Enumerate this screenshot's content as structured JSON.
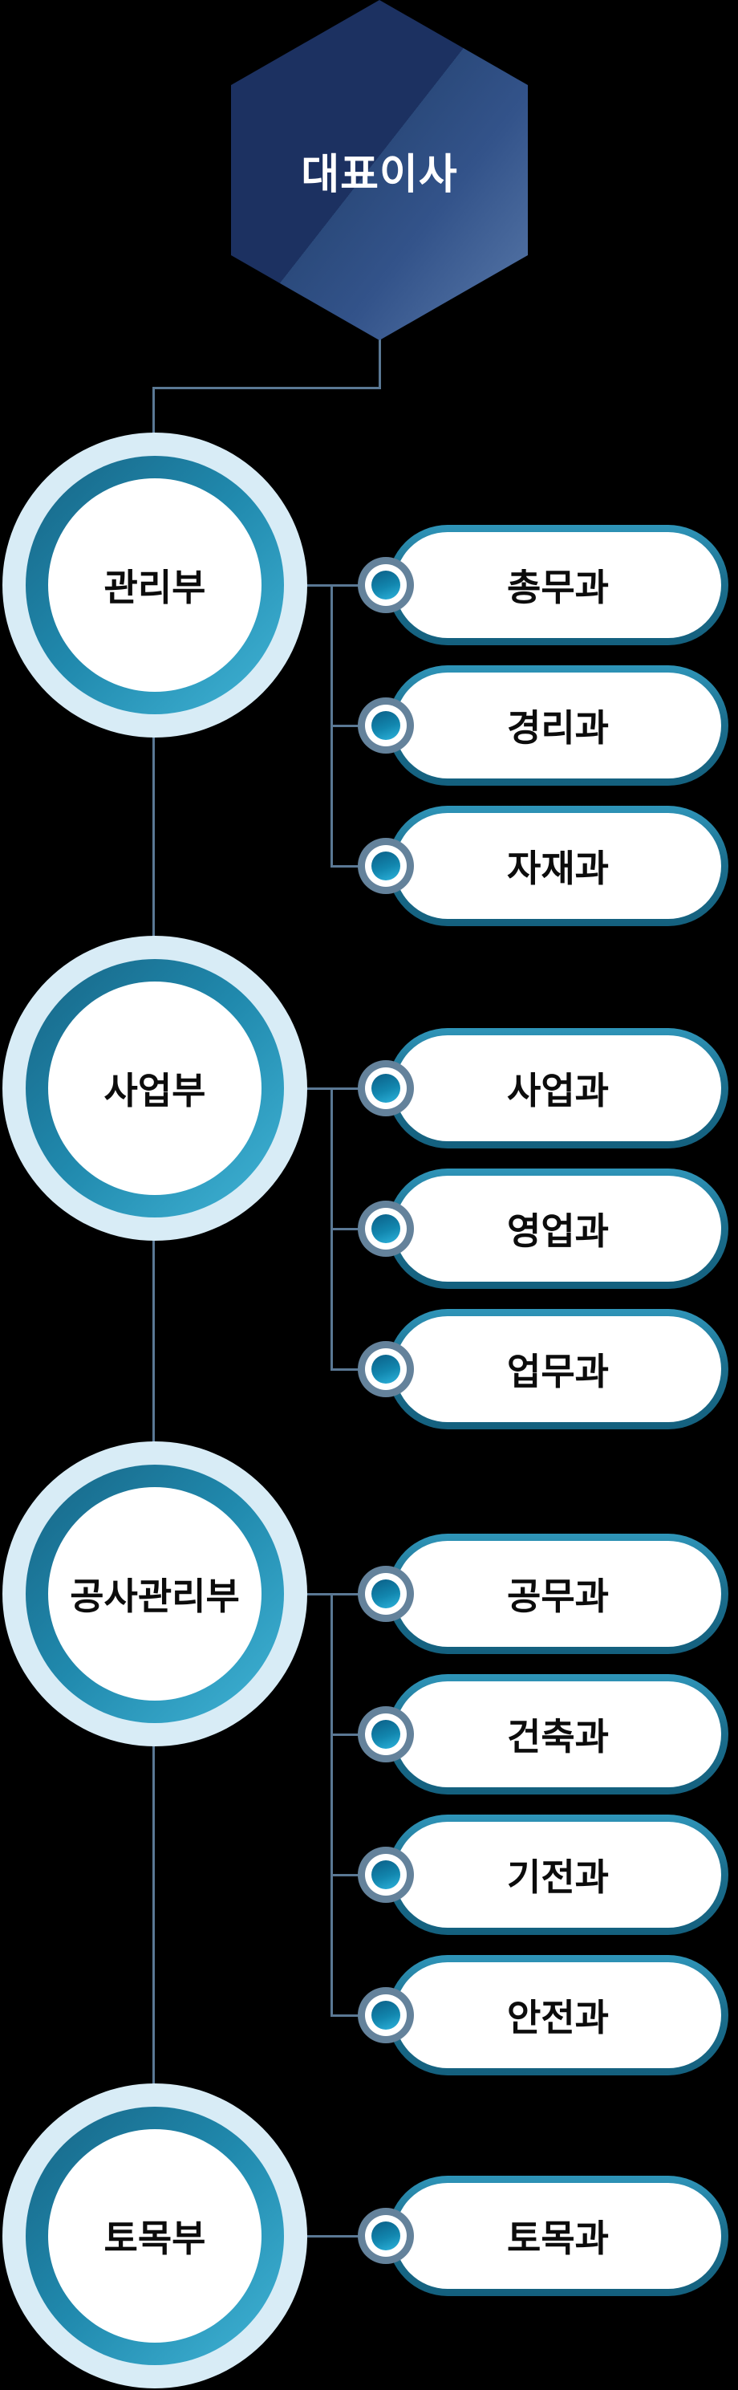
{
  "org": {
    "root": {
      "label": "대표이사"
    },
    "groups": [
      {
        "dept": {
          "label": "관리부"
        },
        "teams": [
          {
            "label": "총무과"
          },
          {
            "label": "경리과"
          },
          {
            "label": "자재과"
          }
        ]
      },
      {
        "dept": {
          "label": "사업부"
        },
        "teams": [
          {
            "label": "사업과"
          },
          {
            "label": "영업과"
          },
          {
            "label": "업무과"
          }
        ]
      },
      {
        "dept": {
          "label": "공사관리부"
        },
        "teams": [
          {
            "label": "공무과"
          },
          {
            "label": "건축과"
          },
          {
            "label": "기전과"
          },
          {
            "label": "안전과"
          }
        ]
      },
      {
        "dept": {
          "label": "토목부"
        },
        "teams": [
          {
            "label": "토목과"
          }
        ]
      }
    ],
    "colors": {
      "background": "#000000",
      "hexagon_navy": "#1c3161",
      "hexagon_highlight": "#4a6a9d",
      "connector": "#5a7894",
      "circle_outer_ring": "#d8ecf6",
      "circle_teal_dark": "#176586",
      "circle_teal_light": "#41b4d6",
      "pill_border_dark": "#14607e",
      "pill_border_light": "#2f95b9",
      "node_ring": "#64829b",
      "node_dot_dark": "#0b5e86",
      "node_dot_light": "#2db4dd",
      "text_dark": "#0c0c0c",
      "text_light": "#ffffff"
    }
  }
}
